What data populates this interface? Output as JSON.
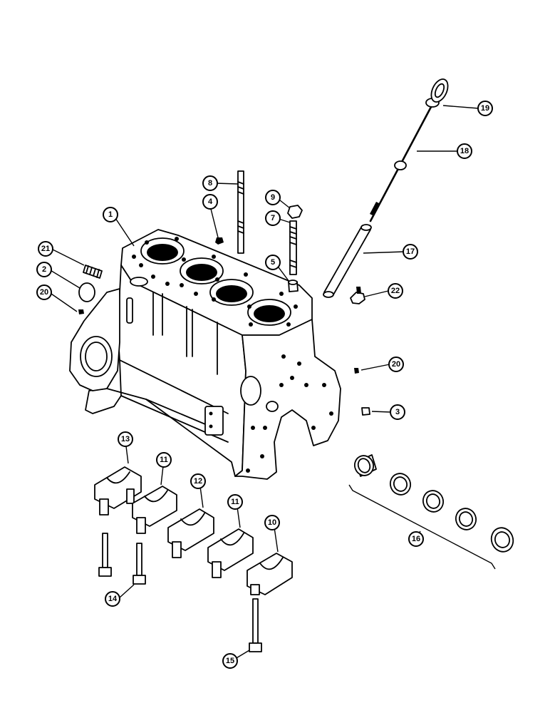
{
  "callouts": [
    {
      "id": "c1",
      "label": "1"
    },
    {
      "id": "c2",
      "label": "2"
    },
    {
      "id": "c3",
      "label": "3"
    },
    {
      "id": "c4",
      "label": "4"
    },
    {
      "id": "c5",
      "label": "5"
    },
    {
      "id": "c7",
      "label": "7"
    },
    {
      "id": "c8",
      "label": "8"
    },
    {
      "id": "c9",
      "label": "9"
    },
    {
      "id": "c10",
      "label": "10"
    },
    {
      "id": "c11a",
      "label": "11"
    },
    {
      "id": "c11b",
      "label": "11"
    },
    {
      "id": "c12",
      "label": "12"
    },
    {
      "id": "c13",
      "label": "13"
    },
    {
      "id": "c14",
      "label": "14"
    },
    {
      "id": "c15",
      "label": "15"
    },
    {
      "id": "c16",
      "label": "16"
    },
    {
      "id": "c17",
      "label": "17"
    },
    {
      "id": "c18",
      "label": "18"
    },
    {
      "id": "c19",
      "label": "19"
    },
    {
      "id": "c20a",
      "label": "20"
    },
    {
      "id": "c20b",
      "label": "20"
    },
    {
      "id": "c21",
      "label": "21"
    },
    {
      "id": "c22",
      "label": "22"
    }
  ]
}
